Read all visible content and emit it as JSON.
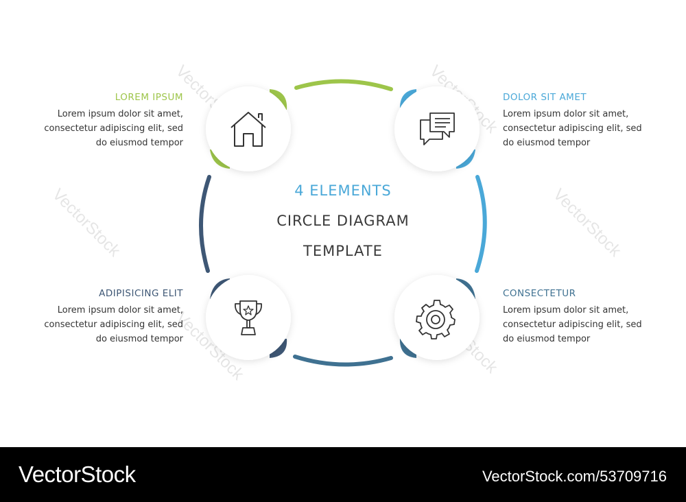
{
  "center": {
    "line1": "4 ELEMENTS",
    "line2": "CIRCLE DIAGRAM",
    "line3": "TEMPLATE"
  },
  "colors": {
    "green": "#9dc54a",
    "light_blue": "#4aa8d8",
    "dark_slate": "#3e5775",
    "steel_blue": "#3f7191",
    "text_dark": "#333333",
    "label_slate": "#3e5775"
  },
  "items": [
    {
      "title": "LOREM IPSUM",
      "text": [
        "Lorem ipsum dolor sit amet,",
        "consectetur adipiscing elit, sed",
        "do eiusmod tempor"
      ],
      "icon": "house-icon",
      "color": "#9dc54a"
    },
    {
      "title": "DOLOR SIT AMET",
      "text": [
        "Lorem ipsum dolor sit amet,",
        "consectetur adipiscing elit, sed",
        "do eiusmod tempor"
      ],
      "icon": "chat-bubbles-icon",
      "color": "#4aa8d8"
    },
    {
      "title": "ADIPISICING ELIT",
      "text": [
        "Lorem ipsum dolor sit amet,",
        "consectetur adipiscing elit, sed",
        "do eiusmod tempor"
      ],
      "icon": "trophy-icon",
      "color": "#3e5775"
    },
    {
      "title": "CONSECTETUR",
      "text": [
        "Lorem ipsum dolor sit amet,",
        "consectetur adipiscing elit, sed",
        "do eiusmod tempor"
      ],
      "icon": "gear-icon",
      "color": "#3f7191"
    }
  ],
  "watermark": "VectorStock",
  "footer": {
    "brand": "VectorStock",
    "image_id": "VectorStock.com/53709716"
  }
}
